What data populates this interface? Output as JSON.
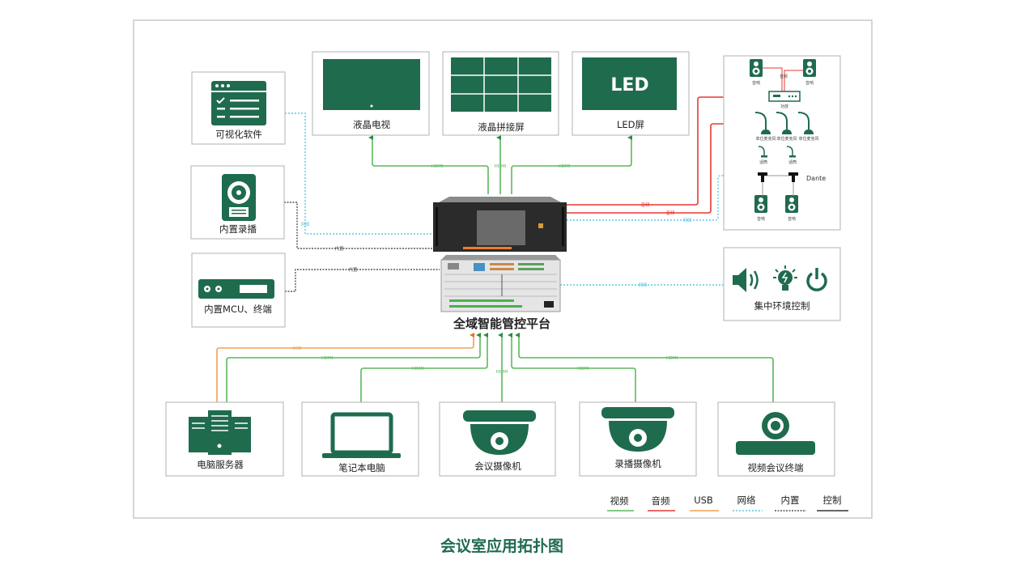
{
  "caption": "会议室应用拓扑图",
  "colors": {
    "brand": "#1f6b4e",
    "video": "#5cb85c",
    "audio": "#e53935",
    "usb": "#f0a050",
    "network": "#5bc8e0",
    "builtin": "#555555",
    "control": "#333333"
  },
  "left_nodes": [
    {
      "label": "可视化软件",
      "icon": "software-window-icon"
    },
    {
      "label": "内置录播",
      "icon": "hard-disk-icon"
    },
    {
      "label": "内置MCU、终端",
      "icon": "mcu-terminal-icon"
    }
  ],
  "displays": [
    {
      "label": "液晶电视",
      "icon": "tv-icon"
    },
    {
      "label": "液晶拼接屏",
      "icon": "video-wall-icon"
    },
    {
      "label": "LED屏",
      "icon": "led-screen-icon",
      "screen_text": "LED"
    }
  ],
  "audio_panel": {
    "speaker_label": "音响",
    "amplifier_label": "功放",
    "mic_label": "单位麦克风",
    "wireless_label": "话筒",
    "link_label": "音频",
    "dante_label": "Dante"
  },
  "env_control": {
    "label": "集中环境控制",
    "icons": [
      "speaker-volume-icon",
      "light-bulb-icon",
      "power-icon"
    ]
  },
  "center": {
    "label": "全域智能管控平台"
  },
  "bottom_nodes": [
    {
      "label": "电脑服务器",
      "icon": "server-icon"
    },
    {
      "label": "笔记本电脑",
      "icon": "laptop-icon"
    },
    {
      "label": "会议摄像机",
      "icon": "dome-camera-icon"
    },
    {
      "label": "录播摄像机",
      "icon": "dome-camera-icon"
    },
    {
      "label": "视频会议终端",
      "icon": "conference-camera-icon"
    }
  ],
  "wire_labels": {
    "hdmi": "HDMI",
    "audio": "音频",
    "network": "网络",
    "builtin": "内置",
    "usb": "USB"
  },
  "legend": [
    {
      "label": "视频",
      "style": "video"
    },
    {
      "label": "音频",
      "style": "audio"
    },
    {
      "label": "USB",
      "style": "usb"
    },
    {
      "label": "网络",
      "style": "network"
    },
    {
      "label": "内置",
      "style": "builtin"
    },
    {
      "label": "控制",
      "style": "control"
    }
  ]
}
